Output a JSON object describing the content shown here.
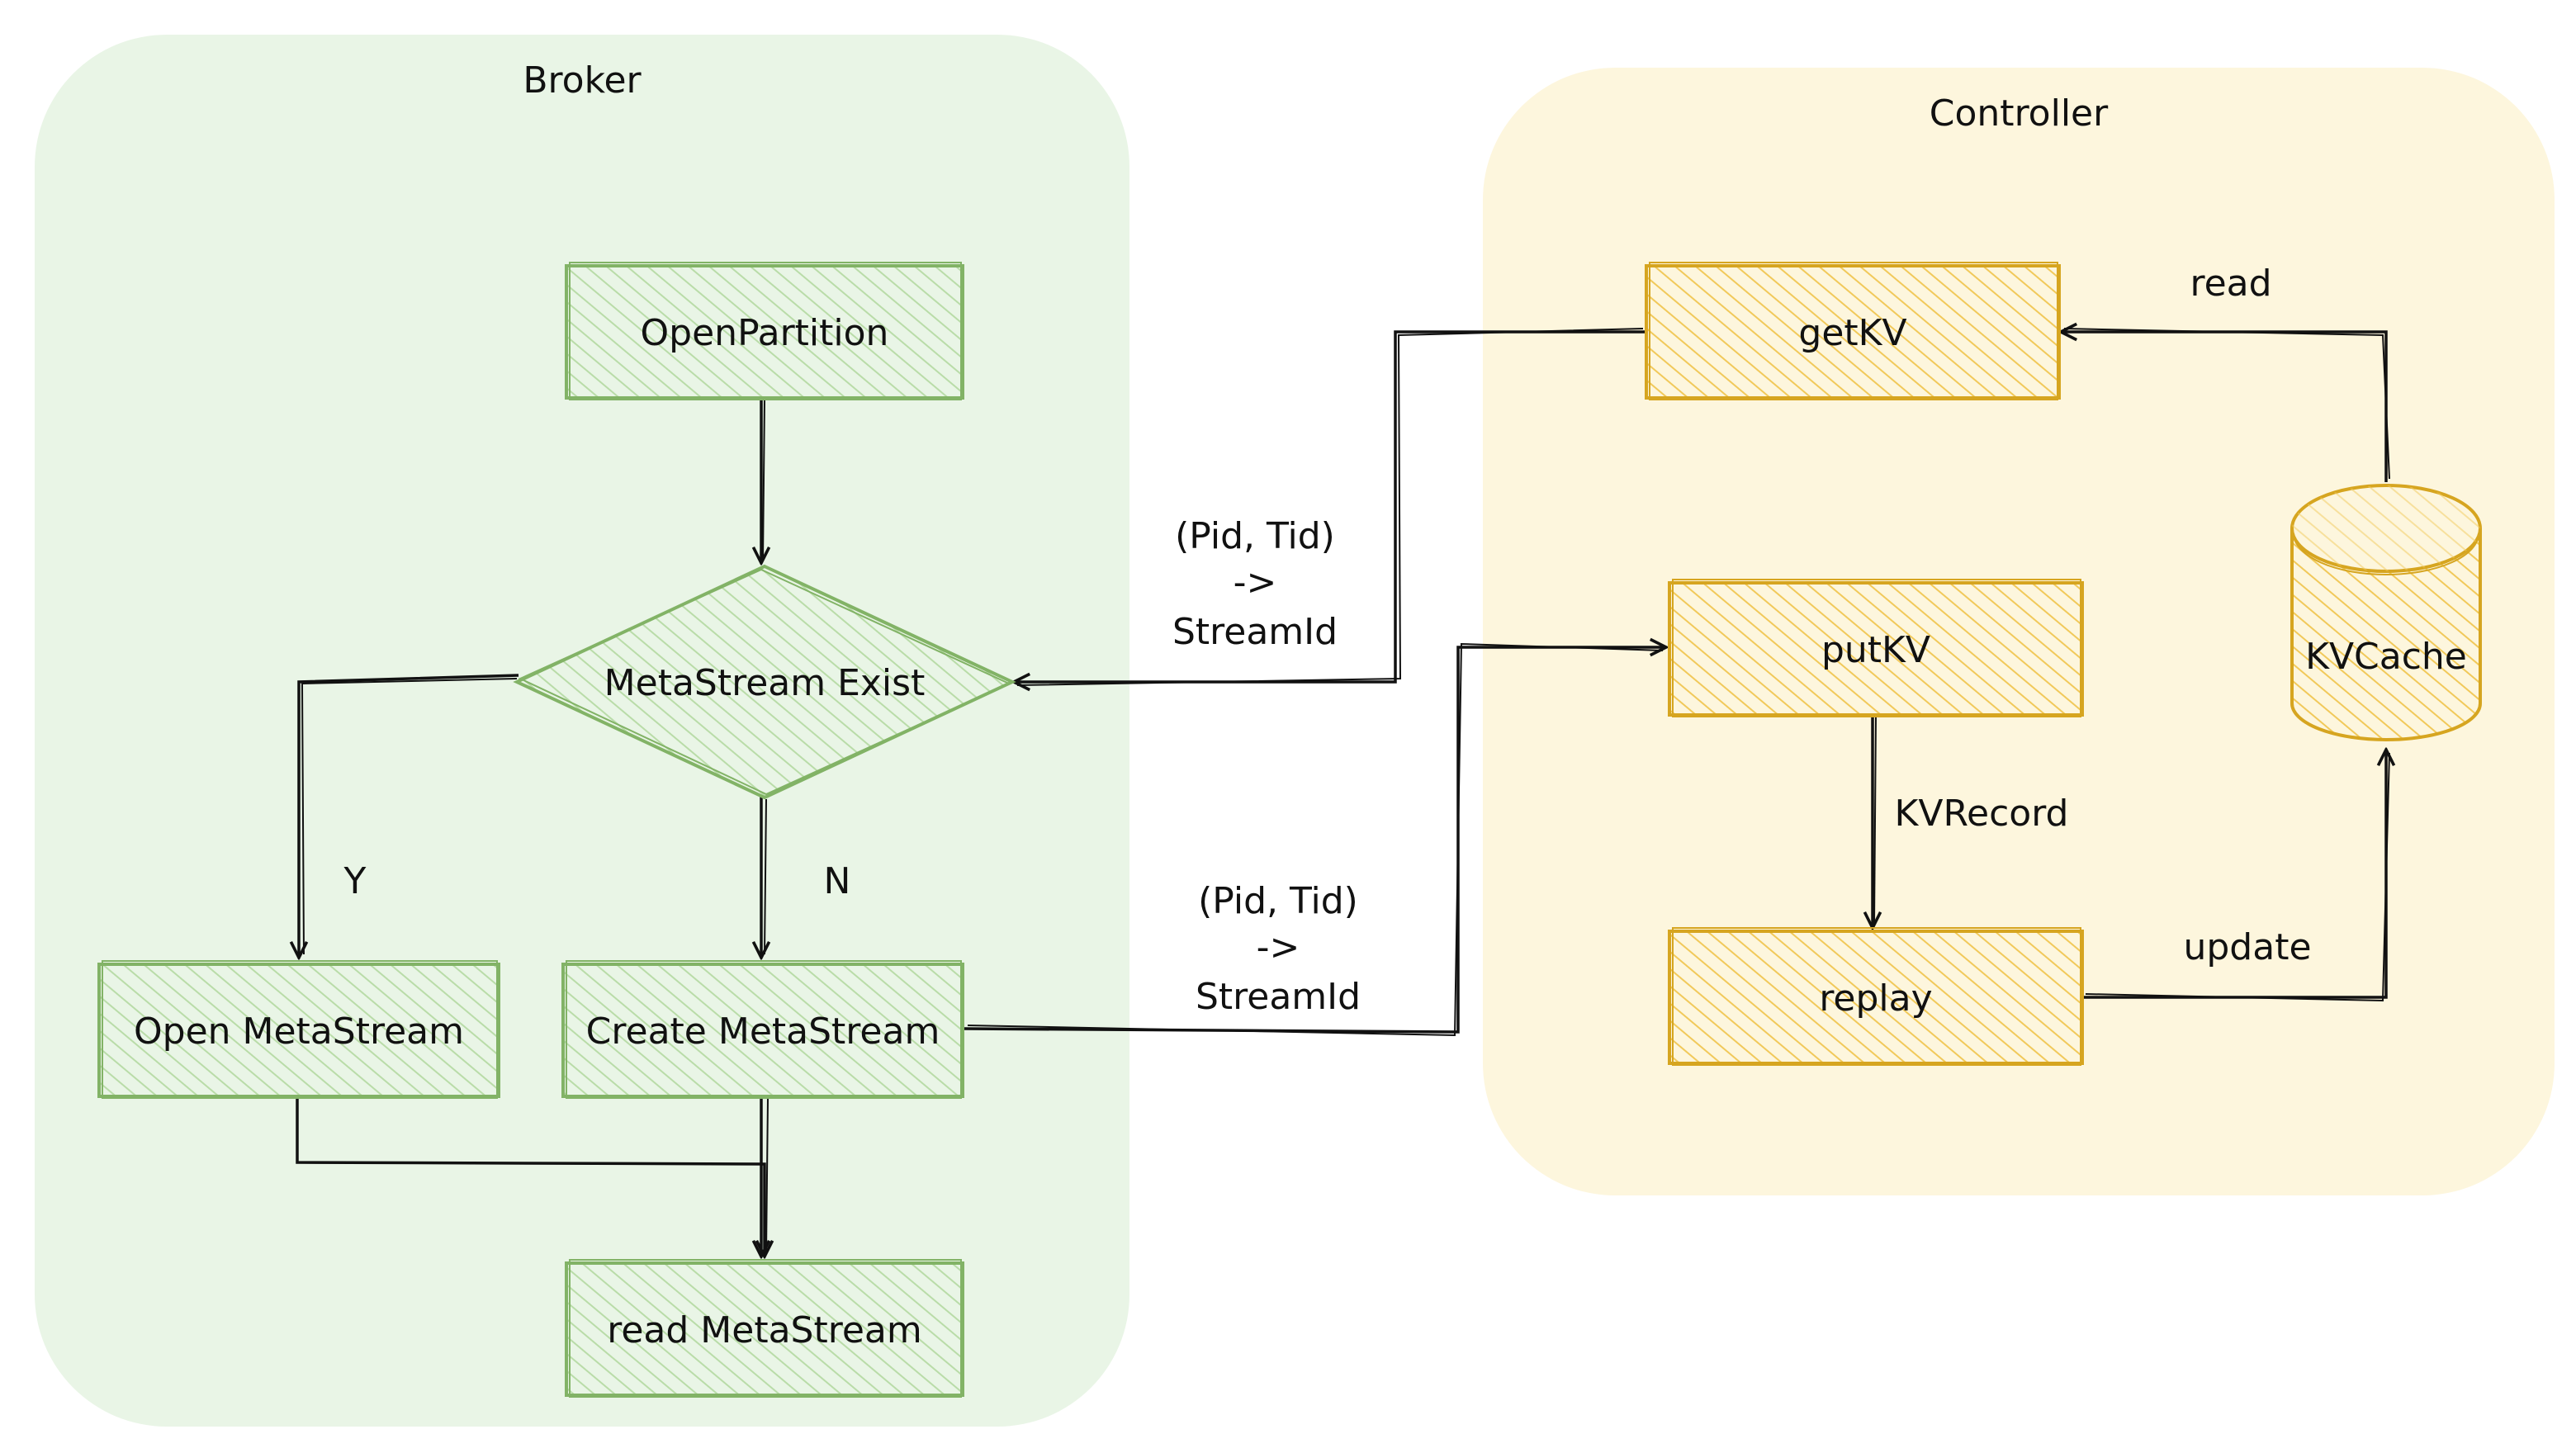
{
  "groups": {
    "broker": {
      "title": "Broker"
    },
    "controller": {
      "title": "Controller"
    }
  },
  "nodes": {
    "open_partition": "OpenPartition",
    "metastream_exist": "MetaStream Exist",
    "open_metastream": "Open MetaStream",
    "create_metastream": "Create MetaStream",
    "read_metastream": "read MetaStream",
    "getkv": "getKV",
    "putkv": "putKV",
    "replay": "replay",
    "kvcache": "KVCache"
  },
  "edges": {
    "yes": "Y",
    "no": "N",
    "getkv_mapping": {
      "line1": "(Pid, Tid)",
      "line2": "->",
      "line3": "StreamId"
    },
    "putkv_mapping": {
      "line1": "(Pid, Tid)",
      "line2": "->",
      "line3": "StreamId"
    },
    "kvrecord": "KVRecord",
    "update": "update",
    "read": "read"
  },
  "colors": {
    "broker_fill": "#e9f5e6",
    "controller_fill": "#fdf6dd",
    "green_stroke": "#82b366",
    "green_hatch": "#b9dca8",
    "yellow_stroke": "#d6a520",
    "yellow_hatch": "#f1c95a",
    "edge": "#111111"
  }
}
